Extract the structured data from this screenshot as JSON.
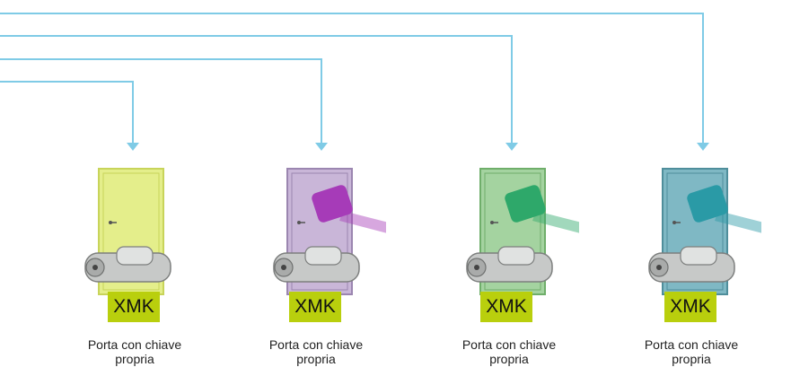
{
  "colors": {
    "connector": "#7fcbe6",
    "badge_bg": "#b9cf0d",
    "cylinder": "#c7c9c8"
  },
  "units": [
    {
      "door_color": "#e4ee8b",
      "door_border": "#c8d45a",
      "key": null,
      "badge": "XMK",
      "caption_line1": "Porta con chiave",
      "caption_line2": "propria"
    },
    {
      "door_color": "#c9b6d8",
      "door_border": "#9b86b0",
      "key": "#a63bb8",
      "badge": "XMK",
      "caption_line1": "Porta con chiave",
      "caption_line2": "propria"
    },
    {
      "door_color": "#a4d3a0",
      "door_border": "#6fae6a",
      "key": "#2ea86a",
      "badge": "XMK",
      "caption_line1": "Porta con chiave",
      "caption_line2": "propria"
    },
    {
      "door_color": "#7fb8c4",
      "door_border": "#4f8e9b",
      "key": "#2a9aa6",
      "badge": "XMK",
      "caption_line1": "Porta con chiave",
      "caption_line2": "propria"
    }
  ]
}
